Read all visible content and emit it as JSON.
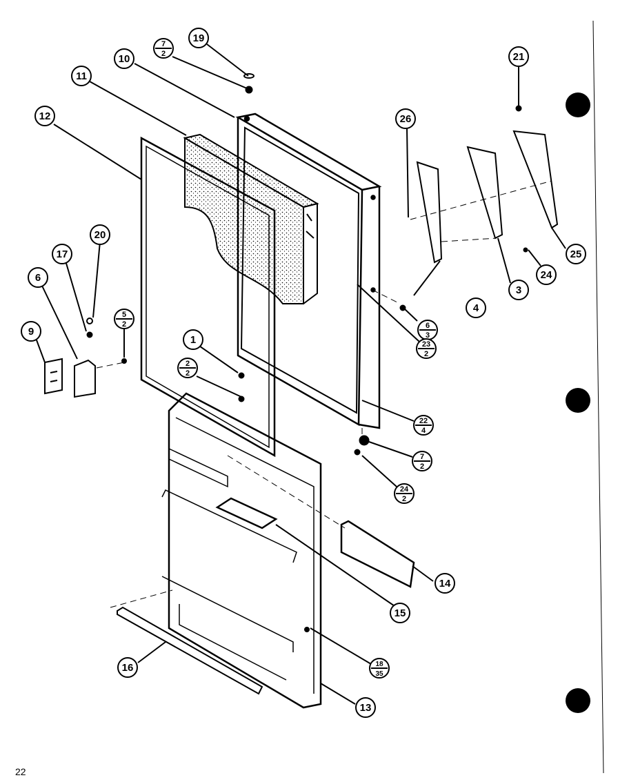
{
  "page": {
    "number": "22"
  },
  "callouts": {
    "c1": "1",
    "c3": "3",
    "c4": "4",
    "c6": "6",
    "c9": "9",
    "c10": "10",
    "c11": "11",
    "c12": "12",
    "c13": "13",
    "c14": "14",
    "c15": "15",
    "c16": "16",
    "c17": "17",
    "c19": "19",
    "c20": "20",
    "c21": "21",
    "c24": "24",
    "c25": "25",
    "c26": "26",
    "f7_2_top": {
      "top": "7",
      "bottom": "2"
    },
    "f2_2": {
      "top": "2",
      "bottom": "2"
    },
    "f5_2": {
      "top": "5",
      "bottom": "2"
    },
    "f6_3": {
      "top": "6",
      "bottom": "3"
    },
    "f23_2": {
      "top": "23",
      "bottom": "2"
    },
    "f22_4": {
      "top": "22",
      "bottom": "4"
    },
    "f7_2_bottom": {
      "top": "7",
      "bottom": "2"
    },
    "f24_2": {
      "top": "24",
      "bottom": "2"
    },
    "f18_35": {
      "top": "18",
      "bottom": "35"
    }
  }
}
